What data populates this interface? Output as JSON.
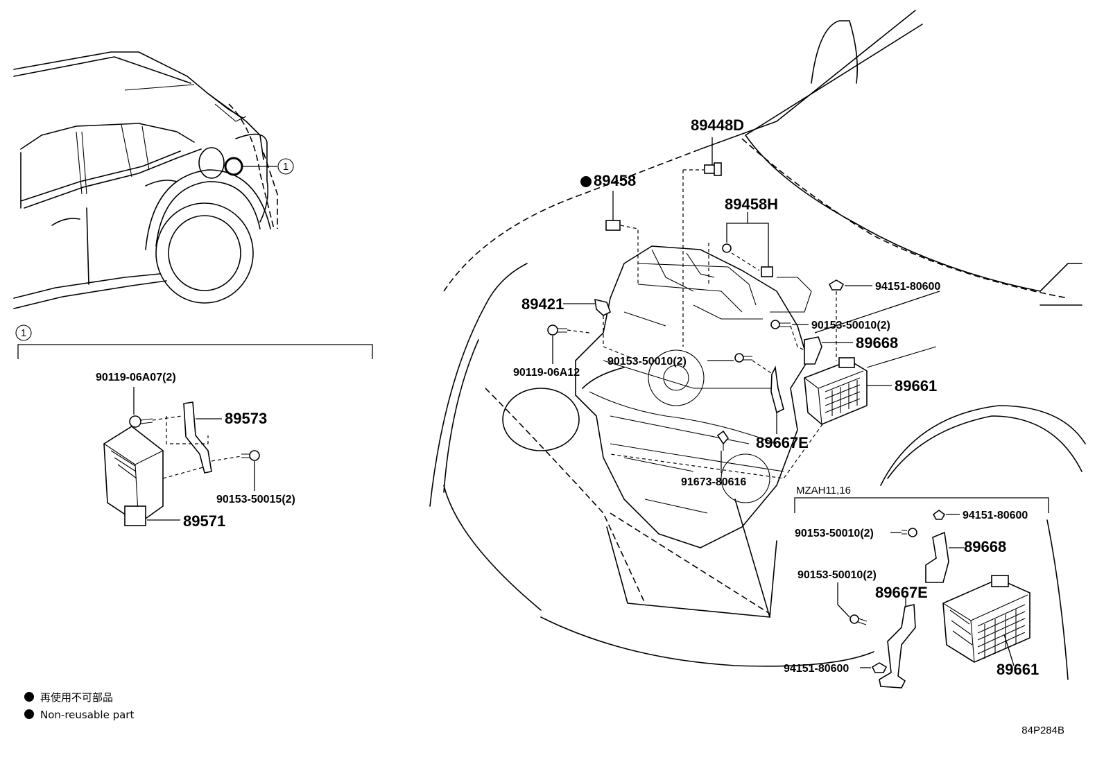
{
  "diagram": {
    "callout_marker": "1",
    "section_marker": "1",
    "variant_label": "MZAH11,16",
    "drawing_code": "84P284B",
    "legend": {
      "jp": "再使用不可部品",
      "en": "Non-reusable part"
    },
    "labels": {
      "p89448D": "89448D",
      "p89458": "89458",
      "p89458H": "89458H",
      "p89421": "89421",
      "p94151_a": "94151-80600",
      "p90153_a": "90153-50010(2)",
      "p89668_a": "89668",
      "p90153_b": "90153-50010(2)",
      "p90119_a": "90119-06A12",
      "p89661_a": "89661",
      "p89667E_a": "89667E",
      "p91673": "91673-80616",
      "p90119_b": "90119-06A07(2)",
      "p89573": "89573",
      "p90153_c": "90153-50015(2)",
      "p89571": "89571",
      "p94151_b": "94151-80600",
      "p90153_d": "90153-50010(2)",
      "p89668_b": "89668",
      "p90153_e": "90153-50010(2)",
      "p89667E_b": "89667E",
      "p94151_c": "94151-80600",
      "p89661_b": "89661"
    }
  }
}
